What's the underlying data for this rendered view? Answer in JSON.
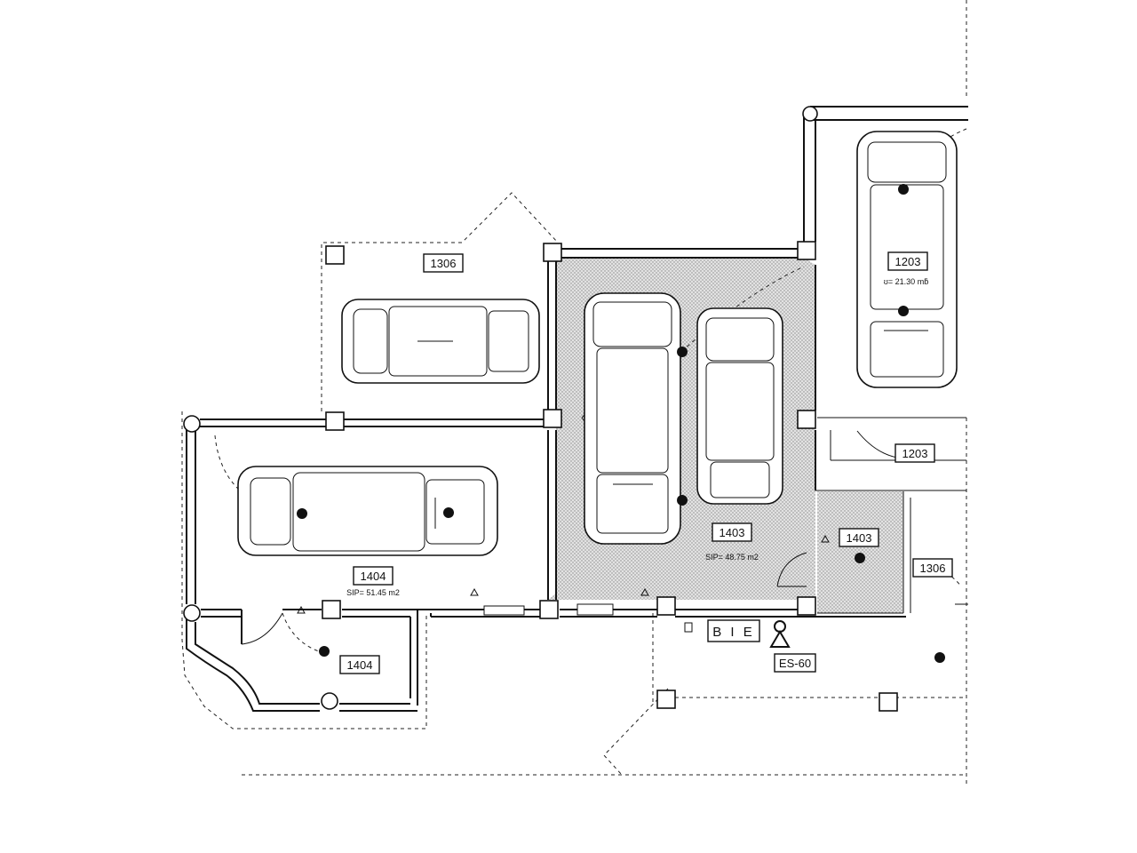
{
  "plan": {
    "rooms": [
      {
        "id": "room-1306-top",
        "tag": "1306"
      },
      {
        "id": "room-1203-top",
        "tag": "1203",
        "area": "ʊ= 21.30  mƃ"
      },
      {
        "id": "room-1203-small",
        "tag": "1203"
      },
      {
        "id": "room-1404-main",
        "tag": "1404",
        "area": "SIP=  51.45  m2"
      },
      {
        "id": "room-1404-small",
        "tag": "1404"
      },
      {
        "id": "room-1403-main",
        "tag": "1403",
        "area": "SIP=  48.75  m2"
      },
      {
        "id": "room-1403-small",
        "tag": "1403"
      },
      {
        "id": "room-1306-right",
        "tag": "1306"
      }
    ],
    "equipment": {
      "bie_label": "B I E",
      "extinguisher_label": "ES-60"
    },
    "colors": {
      "line": "#111111",
      "hatch_fill": "#d9d9d9",
      "background": "#ffffff"
    }
  }
}
